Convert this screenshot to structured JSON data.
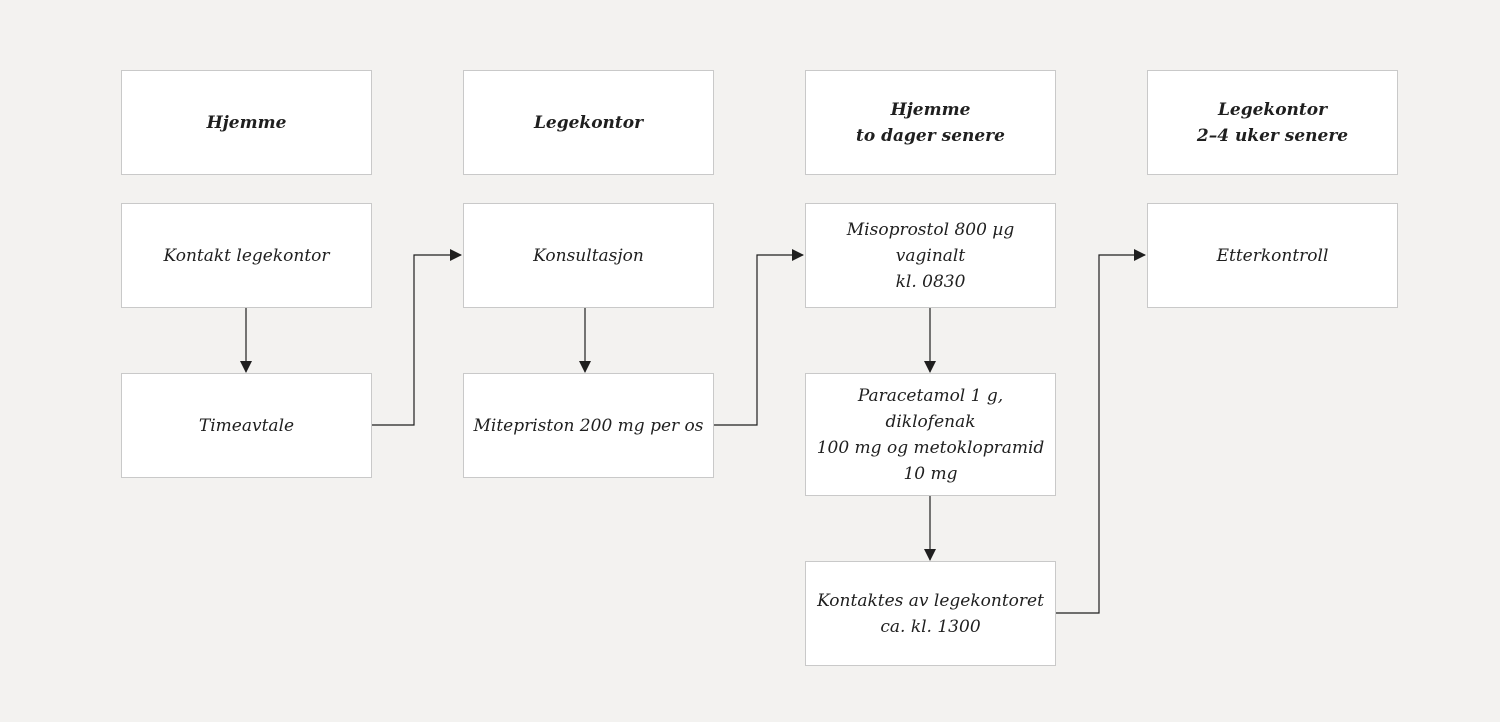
{
  "colors": {
    "background": "#f3f2f0",
    "box_fill": "#ffffff",
    "box_border": "#c9c9c9",
    "text": "#1f1f1f",
    "arrow": "#1f1f1f"
  },
  "headers": {
    "col1": "Hjemme",
    "col2": "Legekontor",
    "col3": "Hjemme\nto dager senere",
    "col4": "Legekontor\n2–4 uker senere"
  },
  "steps": {
    "kontakt_legekontor": "Kontakt legekontor",
    "timeavtale": "Timeavtale",
    "konsultasjon": "Konsultasjon",
    "mitepriston": "Mitepriston 200 mg per os",
    "misoprostol": "Misoprostol 800 µg vaginalt\nkl. 0830",
    "paracetamol": "Paracetamol 1 g, diklofenak\n100 mg og metoklopramid\n10 mg",
    "kontaktes": "Kontaktes av legekontoret\nca. kl. 1300",
    "etterkontroll": "Etterkontroll"
  }
}
